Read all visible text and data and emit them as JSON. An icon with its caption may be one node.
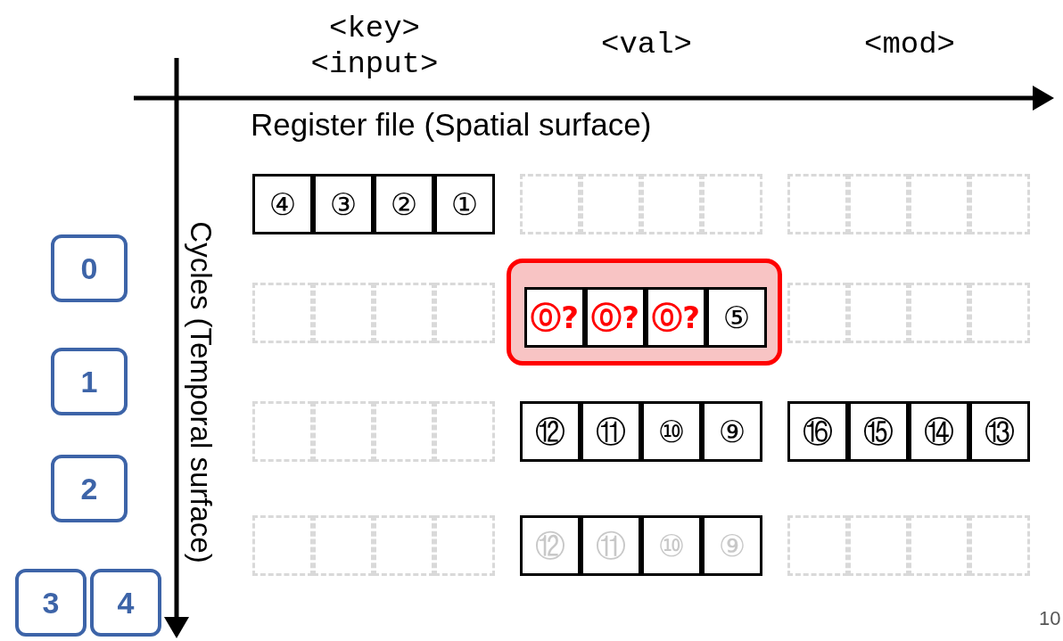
{
  "diagram": {
    "nodes": [
      {
        "text": [
          "④"
        ]
      },
      {
        "text": [
          "③"
        ]
      },
      {
        "text": [
          "②"
        ]
      },
      {
        "text": [
          "①"
        ]
      },
      {
        "text": [],
        "shape": "box"
      },
      {
        "text": [],
        "shape": "box"
      },
      {
        "text": [],
        "shape": "box"
      },
      {
        "text": [],
        "shape": "box"
      },
      {
        "text": [],
        "shape": "box"
      },
      {
        "text": [],
        "shape": "box"
      },
      {
        "text": [],
        "shape": "box"
      },
      {
        "text": [],
        "shape": "box"
      },
      {
        "text": [],
        "shape": "box"
      },
      {
        "text": [],
        "shape": "box"
      },
      {
        "text": [],
        "shape": "box"
      },
      {
        "text": [],
        "shape": "box"
      },
      {
        "text": [],
        "shape": "box"
      },
      {
        "text": [
          "⓪?"
        ],
        "in": 12
      },
      {
        "text": [
          "⓪?"
        ],
        "in": 12
      },
      {
        "text": [
          "⓪?"
        ],
        "in": 12
      },
      {
        "text": [
          "⑤"
        ],
        "in": 12
      },
      {
        "text": [],
        "shape": "box"
      },
      {
        "text": [],
        "shape": "box"
      },
      {
        "text": [],
        "shape": "box"
      },
      {
        "text": [],
        "shape": "box"
      },
      {
        "text": [],
        "shape": "box"
      },
      {
        "text": [],
        "shape": "box"
      },
      {
        "text": [],
        "shape": "box"
      },
      {
        "text": [],
        "shape": "box"
      },
      {
        "text": [
          "⑫"
        ]
      },
      {
        "text": [
          "⑪"
        ]
      },
      {
        "text": [
          "⑩"
        ]
      },
      {
        "text": [
          "⑨"
        ]
      },
      {
        "text": [
          "⑯"
        ]
      },
      {
        "text": [
          "⑮"
        ]
      },
      {
        "text": [
          "⑭"
        ]
      },
      {
        "text": [
          "⑬"
        ]
      },
      {
        "text": [],
        "shape": "box"
      },
      {
        "text": [],
        "shape": "box"
      },
      {
        "text": [],
        "shape": "box"
      },
      {
        "text": [],
        "shape": "box"
      },
      {
        "text": [
          "⑫"
        ]
      },
      {
        "text": [
          "⑪"
        ]
      },
      {
        "text": [
          "⑩"
        ]
      },
      {
        "text": [
          "⑨"
        ]
      },
      {
        "text": [],
        "shape": "box"
      },
      {
        "text": [],
        "shape": "box"
      },
      {
        "text": [],
        "shape": "box"
      },
      {
        "text": [],
        "shape": "box"
      },
      {
        "text": [
          "0"
        ]
      },
      {
        "text": [
          "1"
        ]
      },
      {
        "text": [
          "2"
        ]
      },
      {
        "text": [
          "3"
        ]
      },
      {
        "text": [
          "4"
        ]
      }
    ],
    "labels": [
      "<key>",
      "<input>",
      "<val>",
      "<mod>",
      "Register file (Spatial surface)",
      "Cycles (Temporal surface)",
      "10"
    ]
  }
}
